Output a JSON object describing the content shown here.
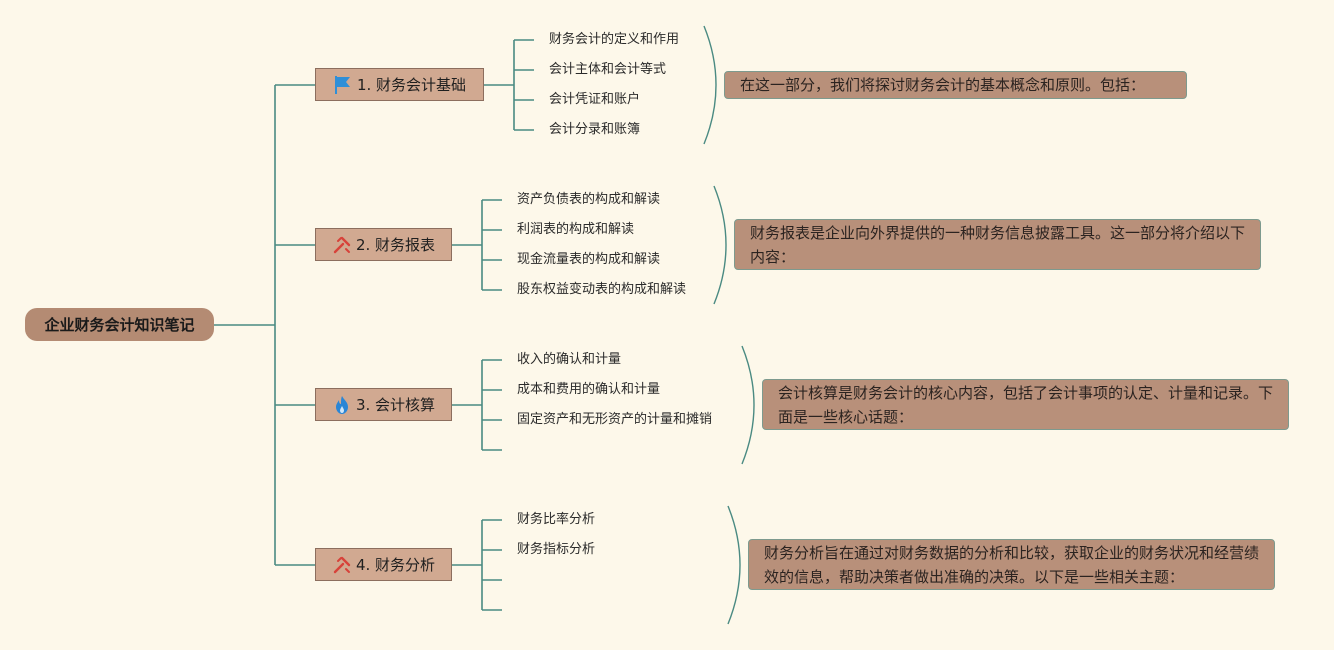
{
  "root": {
    "label": "企业财务会计知识笔记"
  },
  "branches": [
    {
      "label": "1. 财务会计基础",
      "icon": "flag-icon",
      "icon_color": "#2f8fd8",
      "items": [
        "财务会计的定义和作用",
        "会计主体和会计等式",
        "会计凭证和账户",
        "会计分录和账簿"
      ],
      "summary": "在这一部分，我们将探讨财务会计的基本概念和原则。包括："
    },
    {
      "label": "2. 财务报表",
      "icon": "tools-icon",
      "icon_color": "#d7423a",
      "items": [
        "资产负债表的构成和解读",
        "利润表的构成和解读",
        "现金流量表的构成和解读",
        "股东权益变动表的构成和解读"
      ],
      "summary": "财务报表是企业向外界提供的一种财务信息披露工具。这一部分将介绍以下内容："
    },
    {
      "label": "3. 会计核算",
      "icon": "flame-icon",
      "icon_color": "#2a86d6",
      "items": [
        "收入的确认和计量",
        "成本和费用的确认和计量",
        "固定资产和无形资产的计量和摊销",
        ""
      ],
      "summary": "会计核算是财务会计的核心内容，包括了会计事项的认定、计量和记录。下面是一些核心话题："
    },
    {
      "label": "4. 财务分析",
      "icon": "tools-icon",
      "icon_color": "#d7423a",
      "items": [
        "财务比率分析",
        "财务指标分析",
        "",
        ""
      ],
      "summary": "财务分析旨在通过对财务数据的分析和比较，获取企业的财务状况和经营绩效的信息，帮助决策者做出准确的决策。以下是一些相关主题："
    }
  ],
  "colors": {
    "connector": "#4a8a82",
    "background": "#fdf8ea"
  }
}
